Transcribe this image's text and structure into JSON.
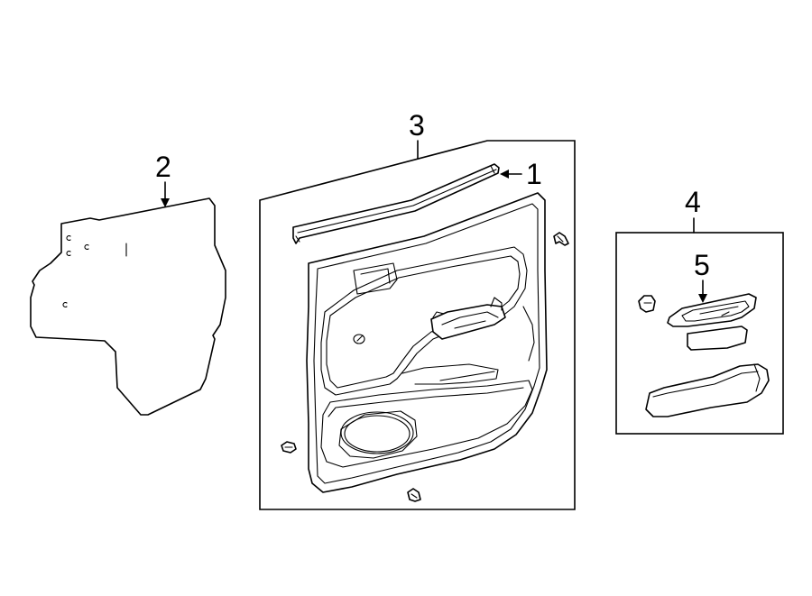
{
  "callouts": {
    "c1": "1",
    "c2": "2",
    "c3": "3",
    "c4": "4",
    "c5": "5"
  },
  "parts": [
    {
      "id": "1",
      "name": "window-belt-weatherstrip"
    },
    {
      "id": "2",
      "name": "water-deflector-sheet"
    },
    {
      "id": "3",
      "name": "door-trim-panel"
    },
    {
      "id": "4",
      "name": "pull-handle-kit"
    },
    {
      "id": "5",
      "name": "handle-bezel"
    }
  ],
  "colors": {
    "line": "#000000",
    "background": "#ffffff"
  }
}
